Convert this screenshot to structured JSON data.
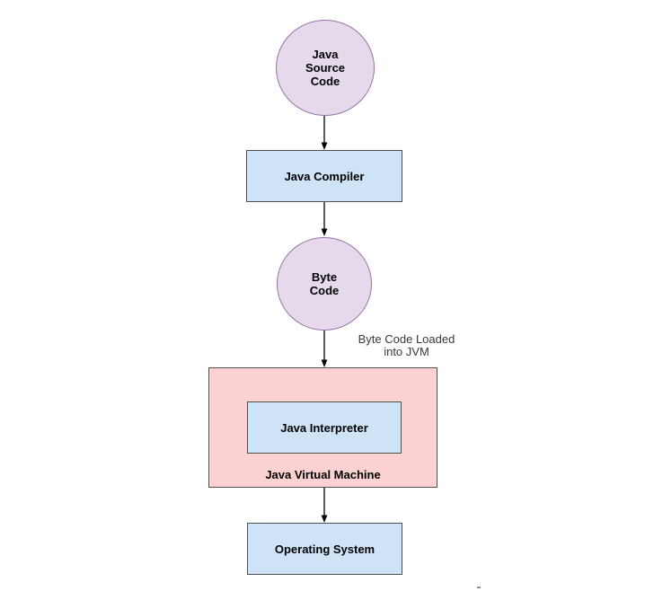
{
  "diagram": {
    "nodes": [
      {
        "id": "java-source-code",
        "shape": "circle",
        "label": "Java\nSource\nCode"
      },
      {
        "id": "java-compiler",
        "shape": "rect",
        "label": "Java Compiler"
      },
      {
        "id": "byte-code",
        "shape": "circle",
        "label": "Byte\nCode"
      },
      {
        "id": "java-interpreter",
        "shape": "rect",
        "label": "Java Interpreter"
      },
      {
        "id": "java-virtual-machine",
        "shape": "container",
        "label": "Java Virtual Machine"
      },
      {
        "id": "operating-system",
        "shape": "rect",
        "label": "Operating System"
      }
    ],
    "edges": [
      {
        "from": "java-source-code",
        "to": "java-compiler",
        "label": ""
      },
      {
        "from": "java-compiler",
        "to": "byte-code",
        "label": ""
      },
      {
        "from": "byte-code",
        "to": "java-virtual-machine",
        "label": "Byte Code Loaded\ninto JVM"
      },
      {
        "from": "java-virtual-machine",
        "to": "operating-system",
        "label": ""
      }
    ]
  },
  "colors": {
    "canvas-bg": "#ffffff",
    "circle-fill": "#e6d9ec",
    "circle-stroke": "#9673a6",
    "box-blue-fill": "#cfe3f7",
    "box-pink-fill": "#fcd1d1",
    "box-stroke": "#4f4f4f",
    "arrow": "#000000",
    "label-text": "#000000",
    "edge-label-text": "#383838"
  }
}
